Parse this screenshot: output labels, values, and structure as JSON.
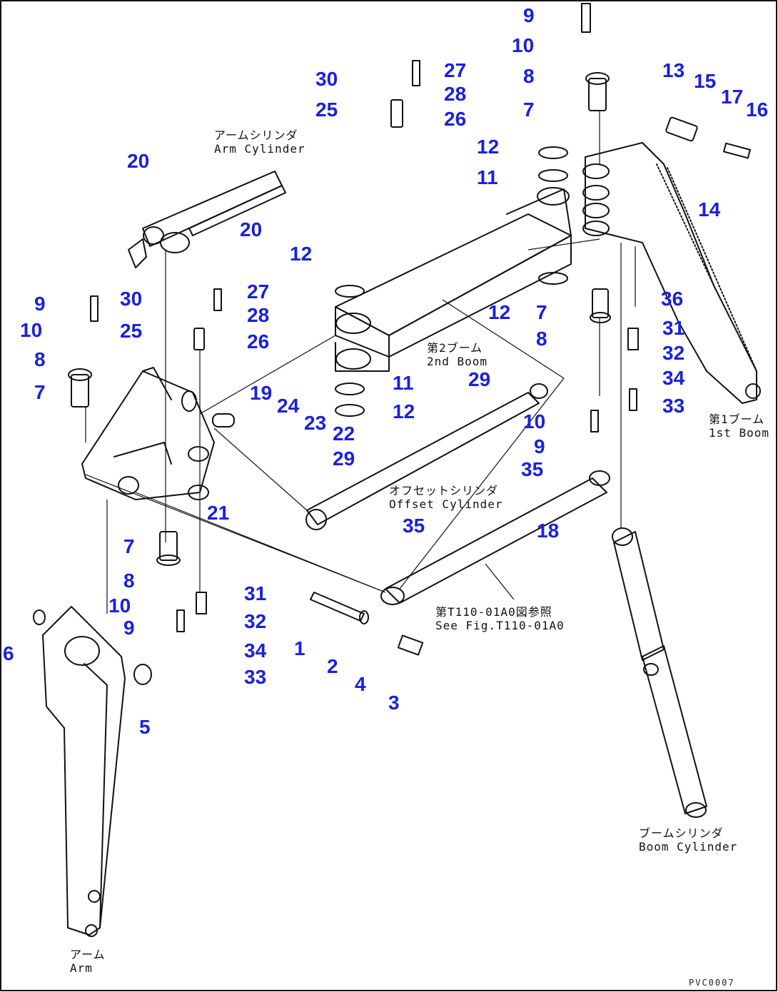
{
  "callouts": [
    "9",
    "10",
    "8",
    "7",
    "30",
    "27",
    "28",
    "25",
    "26",
    "12",
    "11",
    "13",
    "15",
    "17",
    "16",
    "14",
    "20",
    "20",
    "12",
    "12",
    "7",
    "9",
    "30",
    "27",
    "28",
    "10",
    "25",
    "26",
    "8",
    "36",
    "31",
    "32",
    "34",
    "33",
    "8",
    "7",
    "19",
    "24",
    "23",
    "22",
    "29",
    "11",
    "12",
    "29",
    "10",
    "9",
    "35",
    "21",
    "35",
    "18",
    "7",
    "8",
    "31",
    "10",
    "32",
    "9",
    "34",
    "33",
    "6",
    "1",
    "2",
    "4",
    "3",
    "5"
  ],
  "captions": {
    "arm_cylinder": [
      "アームシリンダ",
      "Arm Cylinder"
    ],
    "second_boom": [
      "第2ブーム",
      "2nd Boom"
    ],
    "first_boom": [
      "第1ブーム",
      "1st Boom"
    ],
    "offset_cylinder": [
      "オフセットシリンダ",
      "Offset Cylinder"
    ],
    "see_fig": [
      "第T110-01A0図参照",
      "See Fig.T110-01A0"
    ],
    "boom_cylinder": [
      "ブームシリンダ",
      "Boom Cylinder"
    ],
    "arm": [
      "アーム",
      "Arm"
    ]
  },
  "figure_code": "PVC0007",
  "colors": {
    "callout": "#1a20e0",
    "line": "#111111"
  }
}
